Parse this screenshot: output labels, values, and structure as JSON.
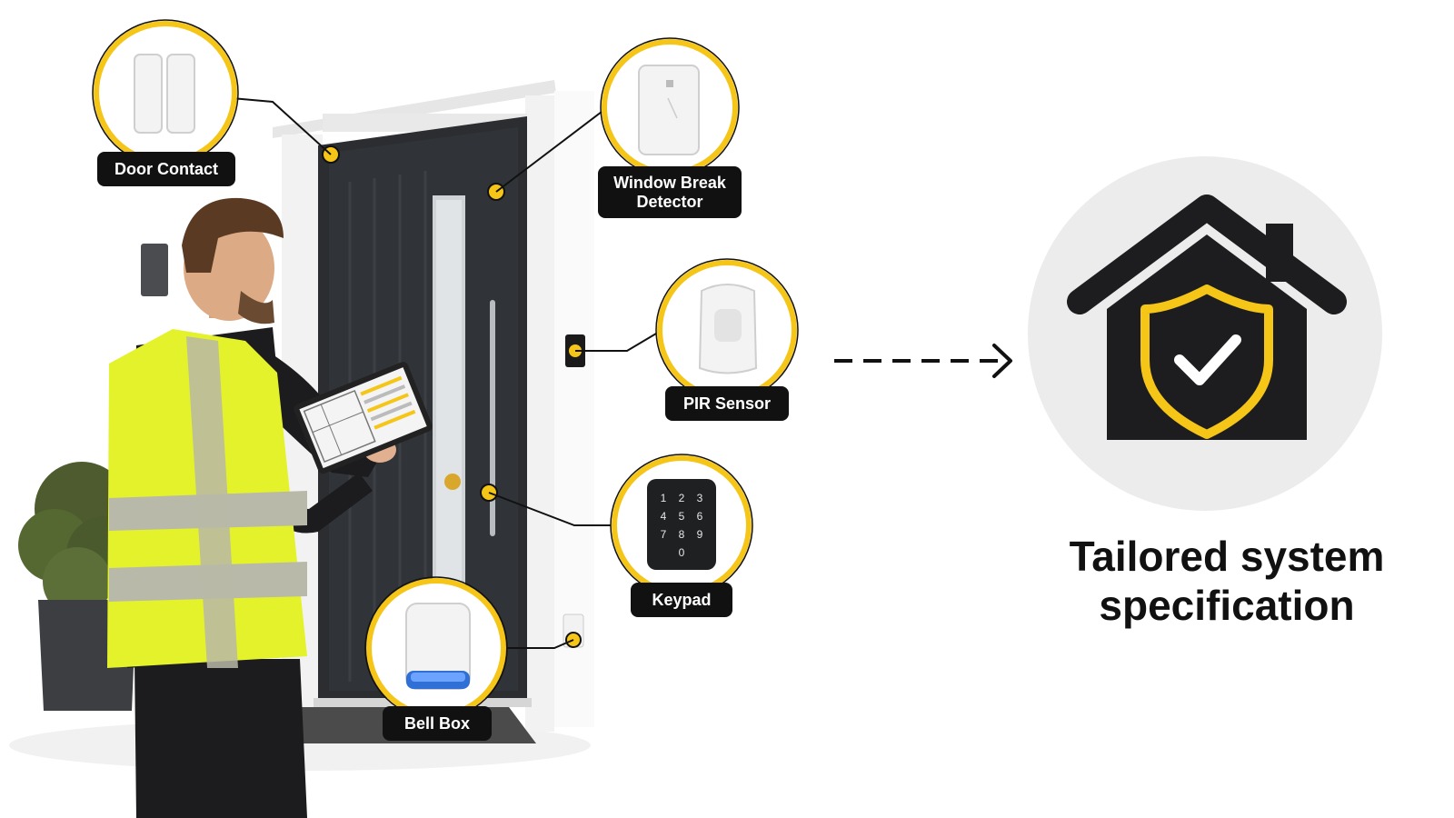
{
  "colors": {
    "accent": "#f5c518",
    "label_bg": "#111111",
    "door": "#2b2d30",
    "vest": "#e3f22a",
    "shield_bg": "#ececec"
  },
  "components": [
    {
      "name": "Door Contact",
      "icon": "door-contact-icon"
    },
    {
      "name": "Window Break Detector",
      "icon": "window-break-detector-icon"
    },
    {
      "name": "PIR Sensor",
      "icon": "pir-sensor-icon"
    },
    {
      "name": "Keypad",
      "icon": "keypad-icon"
    },
    {
      "name": "Bell Box",
      "icon": "bell-box-icon"
    }
  ],
  "labels": {
    "door_contact": "Door Contact",
    "window_break_line1": "Window Break",
    "window_break_line2": "Detector",
    "pir_sensor": "PIR Sensor",
    "keypad": "Keypad",
    "bell_box": "Bell Box"
  },
  "keypad_keys": [
    "1",
    "2",
    "3",
    "4",
    "5",
    "6",
    "7",
    "8",
    "9",
    "0"
  ],
  "result": {
    "line1": "Tailored system",
    "line2": "specification",
    "icon": "house-shield-check-icon"
  }
}
